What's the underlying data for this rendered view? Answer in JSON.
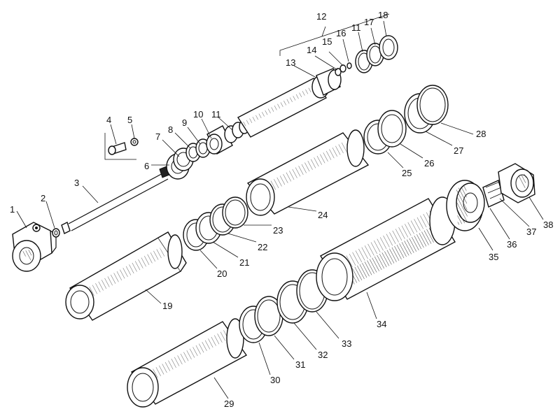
{
  "diagram": {
    "callouts": [
      "1",
      "2",
      "3",
      "4",
      "5",
      "6",
      "7",
      "8",
      "9",
      "10",
      "11",
      "12",
      "13",
      "14",
      "15",
      "16",
      "11",
      "17",
      "18",
      "19",
      "20",
      "21",
      "22",
      "23",
      "24",
      "25",
      "26",
      "27",
      "28",
      "29",
      "30",
      "31",
      "32",
      "33",
      "34",
      "35",
      "36",
      "37",
      "38"
    ]
  }
}
